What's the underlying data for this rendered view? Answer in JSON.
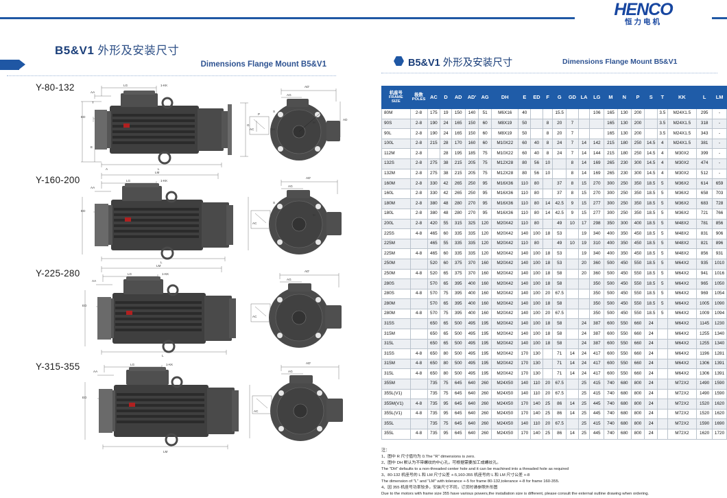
{
  "brand": {
    "name": "HENCO",
    "name_cn": "恒力电机"
  },
  "left_panel": {
    "title_lat": "B5&V1",
    "title_zh": "外形及安装尺寸",
    "title_en": "Dimensions Flange Mount B5&V1",
    "drawings": [
      {
        "label": "Y-80-132"
      },
      {
        "label": "Y-160-200"
      },
      {
        "label": "Y-225-280"
      },
      {
        "label": "Y-315-355"
      }
    ],
    "dim_labels": [
      "LG",
      "1-KK",
      "AC",
      "AD",
      "AD'",
      "AG",
      "E",
      "L",
      "LM",
      "ED",
      "M",
      "S",
      "D",
      "DH",
      "P",
      "N",
      "F",
      "G",
      "GD",
      "T"
    ]
  },
  "right_panel": {
    "title_lat": "B5&V1",
    "title_zh": "外形及安装尺寸",
    "title_en": "Dimensions Flange Mount B5&V1"
  },
  "table": {
    "header_color": "#1f5ca8",
    "columns": [
      {
        "l1": "机座号",
        "l2": "FRAME",
        "l3": "SIZE"
      },
      {
        "l1": "极数",
        "l2": "",
        "l3": "POLES"
      },
      {
        "l1": "AC",
        "l2": "",
        "l3": ""
      },
      {
        "l1": "D",
        "l2": "",
        "l3": ""
      },
      {
        "l1": "AD",
        "l2": "",
        "l3": ""
      },
      {
        "l1": "AD'",
        "l2": "",
        "l3": ""
      },
      {
        "l1": "AG",
        "l2": "",
        "l3": ""
      },
      {
        "l1": "DH",
        "l2": "",
        "l3": ""
      },
      {
        "l1": "E",
        "l2": "",
        "l3": ""
      },
      {
        "l1": "ED",
        "l2": "",
        "l3": ""
      },
      {
        "l1": "F",
        "l2": "",
        "l3": ""
      },
      {
        "l1": "G",
        "l2": "",
        "l3": ""
      },
      {
        "l1": "GD",
        "l2": "",
        "l3": ""
      },
      {
        "l1": "LA",
        "l2": "",
        "l3": ""
      },
      {
        "l1": "LG",
        "l2": "",
        "l3": ""
      },
      {
        "l1": "M",
        "l2": "",
        "l3": ""
      },
      {
        "l1": "N",
        "l2": "",
        "l3": ""
      },
      {
        "l1": "P",
        "l2": "",
        "l3": ""
      },
      {
        "l1": "S",
        "l2": "",
        "l3": ""
      },
      {
        "l1": "T",
        "l2": "",
        "l3": ""
      },
      {
        "l1": "KK",
        "l2": "",
        "l3": ""
      },
      {
        "l1": "L",
        "l2": "",
        "l3": ""
      },
      {
        "l1": "LM",
        "l2": "",
        "l3": ""
      }
    ],
    "rows": [
      [
        "80M",
        "2-8",
        "175",
        "19",
        "150",
        "140",
        "51",
        "M6X16",
        "40",
        "",
        "",
        "15.5",
        "",
        "",
        "106",
        "165",
        "130",
        "200",
        "",
        "3.5",
        "M24X1.5",
        "295",
        "-"
      ],
      [
        "90S",
        "2-8",
        "190",
        "24",
        "165",
        "150",
        "60",
        "M8X19",
        "50",
        "",
        "8",
        "20",
        "7",
        "",
        "",
        "165",
        "130",
        "200",
        "",
        "3.5",
        "M24X1.5",
        "318",
        "-"
      ],
      [
        "90L",
        "2-8",
        "190",
        "24",
        "165",
        "150",
        "60",
        "M8X19",
        "50",
        "",
        "8",
        "20",
        "7",
        "",
        "",
        "165",
        "130",
        "200",
        "",
        "3.5",
        "M24X1.5",
        "343",
        "-"
      ],
      [
        "100L",
        "2-8",
        "215",
        "28",
        "170",
        "160",
        "60",
        "M10X22",
        "60",
        "40",
        "8",
        "24",
        "7",
        "14",
        "142",
        "215",
        "180",
        "250",
        "14.5",
        "4",
        "M24X1.5",
        "381",
        "-"
      ],
      [
        "112M",
        "2-8",
        "",
        "28",
        "195",
        "185",
        "75",
        "M10X22",
        "60",
        "40",
        "8",
        "24",
        "7",
        "14",
        "144",
        "215",
        "180",
        "250",
        "14.5",
        "4",
        "M30X2",
        "399",
        "-"
      ],
      [
        "132S",
        "2-8",
        "275",
        "38",
        "215",
        "205",
        "75",
        "M12X28",
        "80",
        "56",
        "10",
        "",
        "8",
        "14",
        "169",
        "265",
        "230",
        "300",
        "14.5",
        "4",
        "M30X2",
        "474",
        "-"
      ],
      [
        "132M",
        "2-8",
        "275",
        "38",
        "215",
        "205",
        "75",
        "M12X28",
        "80",
        "56",
        "10",
        "",
        "8",
        "14",
        "169",
        "265",
        "230",
        "300",
        "14.5",
        "4",
        "M30X2",
        "512",
        "-"
      ],
      [
        "160M",
        "2-8",
        "330",
        "42",
        "265",
        "250",
        "95",
        "M16X36",
        "110",
        "80",
        "",
        "37",
        "8",
        "15",
        "270",
        "300",
        "250",
        "350",
        "18.5",
        "5",
        "M36X2",
        "614",
        "659"
      ],
      [
        "160L",
        "2-8",
        "330",
        "42",
        "265",
        "250",
        "95",
        "M16X36",
        "110",
        "80",
        "",
        "37",
        "8",
        "15",
        "270",
        "300",
        "250",
        "350",
        "18.5",
        "5",
        "M36X2",
        "658",
        "703"
      ],
      [
        "180M",
        "2-8",
        "380",
        "48",
        "280",
        "270",
        "95",
        "M16X36",
        "110",
        "80",
        "14",
        "42.5",
        "9",
        "15",
        "277",
        "300",
        "250",
        "350",
        "18.5",
        "5",
        "M36X2",
        "683",
        "728"
      ],
      [
        "180L",
        "2-8",
        "380",
        "48",
        "280",
        "270",
        "95",
        "M16X36",
        "110",
        "80",
        "14",
        "42.5",
        "9",
        "15",
        "277",
        "300",
        "250",
        "350",
        "18.5",
        "5",
        "M36X2",
        "721",
        "766"
      ],
      [
        "200L",
        "2-8",
        "420",
        "55",
        "315",
        "325",
        "120",
        "M20X42",
        "110",
        "80",
        "",
        "49",
        "10",
        "17",
        "298",
        "350",
        "300",
        "400",
        "18.5",
        "5",
        "M48X2",
        "781",
        "856"
      ],
      [
        "225S",
        "4-8",
        "465",
        "60",
        "335",
        "335",
        "120",
        "M20X42",
        "140",
        "100",
        "18",
        "53",
        "",
        "19",
        "340",
        "400",
        "350",
        "450",
        "18.5",
        "5",
        "M48X2",
        "831",
        "906"
      ],
      [
        "225M",
        "",
        "465",
        "55",
        "335",
        "335",
        "120",
        "M20X42",
        "110",
        "80",
        "",
        "49",
        "10",
        "19",
        "310",
        "400",
        "350",
        "450",
        "18.5",
        "5",
        "M48X2",
        "821",
        "896"
      ],
      [
        "225M",
        "4-8",
        "465",
        "60",
        "335",
        "335",
        "120",
        "M20X42",
        "140",
        "100",
        "18",
        "53",
        "",
        "19",
        "340",
        "400",
        "350",
        "450",
        "18.5",
        "5",
        "M48X2",
        "856",
        "931"
      ],
      [
        "250M",
        "",
        "520",
        "60",
        "375",
        "370",
        "160",
        "M20X42",
        "140",
        "100",
        "18",
        "53",
        "",
        "20",
        "360",
        "500",
        "450",
        "550",
        "18.5",
        "5",
        "M64X2",
        "935",
        "1010"
      ],
      [
        "250M",
        "4-8",
        "520",
        "65",
        "375",
        "370",
        "160",
        "M20X42",
        "140",
        "100",
        "18",
        "58",
        "",
        "20",
        "360",
        "500",
        "450",
        "550",
        "18.5",
        "5",
        "M64X2",
        "941",
        "1016"
      ],
      [
        "280S",
        "",
        "570",
        "65",
        "395",
        "400",
        "160",
        "M20X42",
        "140",
        "100",
        "18",
        "58",
        "",
        "",
        "350",
        "500",
        "450",
        "550",
        "18.5",
        "5",
        "M64X2",
        "965",
        "1050"
      ],
      [
        "280S",
        "4-8",
        "570",
        "75",
        "395",
        "400",
        "160",
        "M20X42",
        "140",
        "100",
        "20",
        "67.5",
        "",
        "",
        "350",
        "500",
        "450",
        "550",
        "18.5",
        "5",
        "M64X2",
        "969",
        "1054"
      ],
      [
        "280M",
        "",
        "570",
        "65",
        "395",
        "400",
        "160",
        "M20X42",
        "140",
        "100",
        "18",
        "58",
        "",
        "",
        "350",
        "500",
        "450",
        "550",
        "18.5",
        "5",
        "M64X2",
        "1005",
        "1090"
      ],
      [
        "280M",
        "4-8",
        "570",
        "75",
        "395",
        "400",
        "160",
        "M20X42",
        "140",
        "100",
        "20",
        "67.5",
        "",
        "",
        "350",
        "500",
        "450",
        "550",
        "18.5",
        "5",
        "M64X2",
        "1009",
        "1094"
      ],
      [
        "315S",
        "",
        "650",
        "65",
        "500",
        "495",
        "195",
        "M20X42",
        "140",
        "100",
        "18",
        "58",
        "",
        "24",
        "387",
        "600",
        "550",
        "660",
        "24",
        "",
        "M64X2",
        "1145",
        "1230"
      ],
      [
        "315M",
        "",
        "650",
        "65",
        "500",
        "495",
        "195",
        "M20X42",
        "140",
        "100",
        "18",
        "58",
        "",
        "24",
        "387",
        "600",
        "550",
        "660",
        "24",
        "",
        "M64X2",
        "1255",
        "1340"
      ],
      [
        "315L",
        "",
        "650",
        "65",
        "500",
        "495",
        "195",
        "M20X42",
        "140",
        "100",
        "18",
        "58",
        "",
        "24",
        "387",
        "600",
        "550",
        "660",
        "24",
        "",
        "M64X2",
        "1255",
        "1340"
      ],
      [
        "315S",
        "4-8",
        "650",
        "80",
        "500",
        "495",
        "195",
        "M20X42",
        "170",
        "130",
        "",
        "71",
        "14",
        "24",
        "417",
        "600",
        "550",
        "660",
        "24",
        "",
        "M64X2",
        "1196",
        "1281"
      ],
      [
        "315M",
        "4-8",
        "650",
        "80",
        "500",
        "495",
        "195",
        "M20X42",
        "170",
        "130",
        "",
        "71",
        "14",
        "24",
        "417",
        "600",
        "550",
        "660",
        "24",
        "",
        "M64X2",
        "1306",
        "1391"
      ],
      [
        "315L",
        "4-8",
        "650",
        "80",
        "500",
        "495",
        "195",
        "M20X42",
        "170",
        "130",
        "",
        "71",
        "14",
        "24",
        "417",
        "600",
        "550",
        "660",
        "24",
        "",
        "M64X2",
        "1306",
        "1391"
      ],
      [
        "355M",
        "",
        "735",
        "75",
        "645",
        "640",
        "260",
        "M24X50",
        "140",
        "110",
        "20",
        "67.5",
        "",
        "25",
        "415",
        "740",
        "680",
        "800",
        "24",
        "",
        "M72X2",
        "1490",
        "1590"
      ],
      [
        "355L(V1)",
        "",
        "735",
        "75",
        "645",
        "640",
        "260",
        "M24X50",
        "140",
        "110",
        "20",
        "67.5",
        "",
        "25",
        "415",
        "740",
        "680",
        "800",
        "24",
        "",
        "M72X2",
        "1490",
        "1590"
      ],
      [
        "355M(V1)",
        "4-8",
        "735",
        "95",
        "645",
        "640",
        "260",
        "M24X50",
        "170",
        "140",
        "25",
        "86",
        "14",
        "25",
        "445",
        "740",
        "680",
        "800",
        "24",
        "",
        "M72X2",
        "1520",
        "1620"
      ],
      [
        "355L(V1)",
        "4-8",
        "735",
        "95",
        "645",
        "640",
        "260",
        "M24X50",
        "170",
        "140",
        "25",
        "86",
        "14",
        "25",
        "445",
        "740",
        "680",
        "800",
        "24",
        "",
        "M72X2",
        "1520",
        "1620"
      ],
      [
        "355L",
        "",
        "735",
        "75",
        "645",
        "640",
        "260",
        "M24X50",
        "140",
        "110",
        "20",
        "67.5",
        "",
        "25",
        "415",
        "740",
        "680",
        "800",
        "24",
        "",
        "M72X2",
        "1590",
        "1690"
      ],
      [
        "355L",
        "4-8",
        "735",
        "95",
        "645",
        "640",
        "260",
        "M24X50",
        "170",
        "140",
        "25",
        "86",
        "14",
        "25",
        "445",
        "740",
        "680",
        "800",
        "24",
        "",
        "M72X2",
        "1620",
        "1720"
      ]
    ]
  },
  "notes": {
    "heading": "注：",
    "lines": [
      "1、图中 R 尺寸值均为 0.The  \"R\"  dimensions is zero.",
      "2、图中 DH 默认为不带螺纹的中心孔，可根据需要加工成螺纹孔。",
      "The  \"DH\"  defaults to a non-threaded center hole and it can be machined into a threaded hole as required",
      "3、80-132 机座号的 L 和 LM 尺寸公差 +-5,160-355 机座号的 L 和 LM 尺寸公差 +-8",
      "The dimension of  \"L\"  and  \"LM\"  with tolerance +-5 for frame 80-132,tolerance +-8 for frame 160-355.",
      "4、因 355 机座号功率较多，安装尺寸不同，订货时请参照外形图",
      "Due to the motors with frame size 355 have various powers,the installation size is different, please consult the external outline drawing when ordering."
    ]
  }
}
